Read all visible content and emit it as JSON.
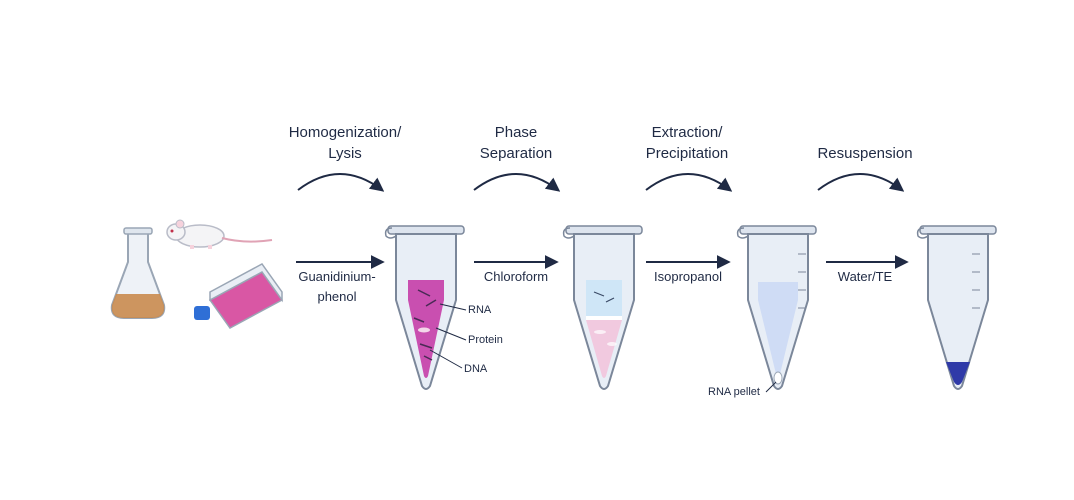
{
  "steps": [
    {
      "title_lines": [
        "Homogenization/",
        "Lysis"
      ],
      "reagent_lines": [
        "Guanidinium-",
        "phenol"
      ]
    },
    {
      "title_lines": [
        "Phase",
        "Separation"
      ],
      "reagent_lines": [
        "Chloroform"
      ]
    },
    {
      "title_lines": [
        "Extraction/",
        "Precipitation"
      ],
      "reagent_lines": [
        "Isopropanol"
      ]
    },
    {
      "title_lines": [
        "Resuspension"
      ],
      "reagent_lines": [
        "Water/TE"
      ]
    }
  ],
  "tube_labels": {
    "rna": "RNA",
    "protein": "Protein",
    "dna": "DNA",
    "rna_pellet": "RNA pellet"
  },
  "colors": {
    "ink": "#1f2a44",
    "lysate_pink": "#c94fb0",
    "aqueous_blue": "#cfe6f7",
    "interphase_pink": "#f1c9df",
    "pellet_blue": "#2f3aa8",
    "tube_glass": "#e8eef6"
  }
}
